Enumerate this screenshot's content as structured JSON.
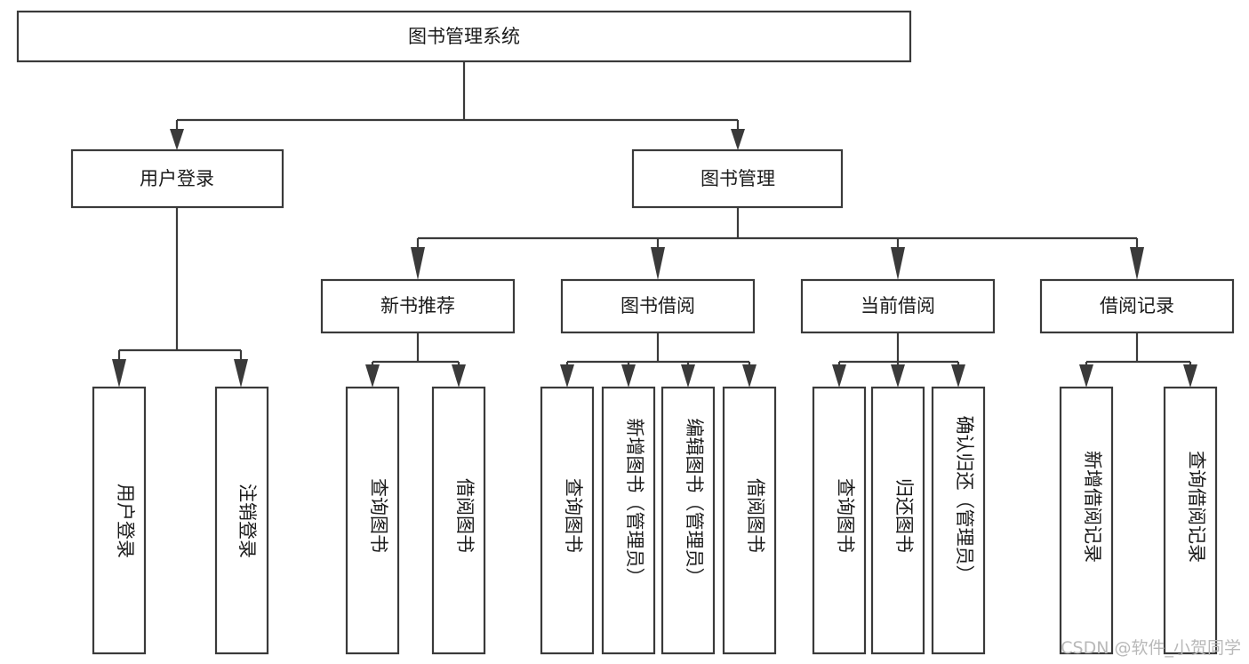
{
  "diagram": {
    "title": "图书管理系统",
    "type": "tree-hierarchy-diagram",
    "orientation": "top-down",
    "colors": {
      "stroke": "#3a3a3a",
      "fill": "#ffffff",
      "text": "#1b1b1b",
      "watermark": "#b9b9b9"
    },
    "root": {
      "label": "图书管理系统"
    },
    "level1": [
      {
        "label": "用户登录"
      },
      {
        "label": "图书管理"
      }
    ],
    "level2": [
      {
        "label": "新书推荐"
      },
      {
        "label": "图书借阅"
      },
      {
        "label": "当前借阅"
      },
      {
        "label": "借阅记录"
      }
    ],
    "leaves": {
      "user_login": [
        {
          "label": "用户登录"
        },
        {
          "label": "注销登录"
        }
      ],
      "new_book_recommend": [
        {
          "label": "查询图书"
        },
        {
          "label": "借阅图书"
        }
      ],
      "book_borrow": [
        {
          "label": "查询图书"
        },
        {
          "label": "新增图书（管理员）"
        },
        {
          "label": "编辑图书（管理员）"
        },
        {
          "label": "借阅图书"
        }
      ],
      "current_borrow": [
        {
          "label": "查询图书"
        },
        {
          "label": "归还图书"
        },
        {
          "label": "确认归还（管理员）"
        }
      ],
      "borrow_record": [
        {
          "label": "新增借阅记录"
        },
        {
          "label": "查询借阅记录"
        }
      ]
    }
  },
  "watermark": {
    "text": "CSDN @软件_小贺同学"
  }
}
